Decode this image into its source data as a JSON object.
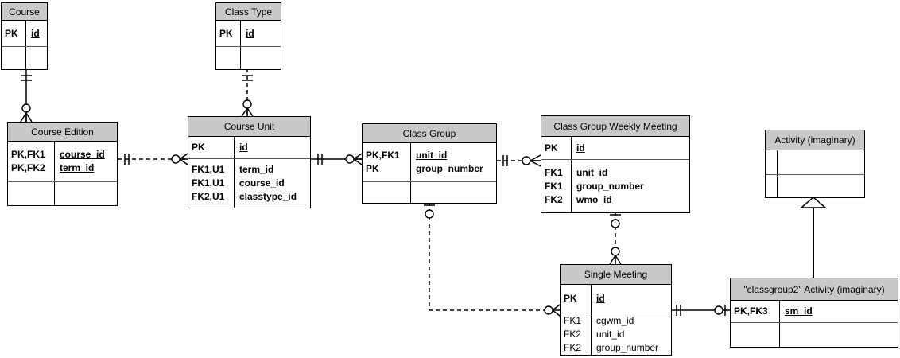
{
  "notation": "crow's foot ERD",
  "colors": {
    "header_fill": "#c9c9c9",
    "line": "#000000",
    "separator": "#595959",
    "background": "#ffffff"
  },
  "entities": [
    {
      "id": "course",
      "title": "Course",
      "keys": [
        {
          "tag": "PK",
          "field": "id"
        }
      ],
      "attributes": []
    },
    {
      "id": "class-type",
      "title": "Class Type",
      "keys": [
        {
          "tag": "PK",
          "field": "id"
        }
      ],
      "attributes": []
    },
    {
      "id": "course-edition",
      "title": "Course Edition",
      "keys": [
        {
          "tag": "PK,FK1",
          "field": "course_id"
        },
        {
          "tag": "PK,FK2",
          "field": "term_id"
        }
      ],
      "attributes": []
    },
    {
      "id": "course-unit",
      "title": "Course Unit",
      "keys": [
        {
          "tag": "PK",
          "field": "id"
        }
      ],
      "attributes": [
        {
          "tag": "FK1,U1",
          "field": "term_id"
        },
        {
          "tag": "FK1,U1",
          "field": "course_id"
        },
        {
          "tag": "FK2,U1",
          "field": "classtype_id"
        }
      ]
    },
    {
      "id": "class-group",
      "title": "Class Group",
      "keys": [
        {
          "tag": "PK,FK1",
          "field": "unit_id"
        },
        {
          "tag": "PK",
          "field": "group_number"
        }
      ],
      "attributes": []
    },
    {
      "id": "class-group-weekly-meeting",
      "title": "Class Group Weekly Meeting",
      "keys": [
        {
          "tag": "PK",
          "field": "id"
        }
      ],
      "attributes": [
        {
          "tag": "FK1",
          "field": "unit_id"
        },
        {
          "tag": "FK1",
          "field": "group_number"
        },
        {
          "tag": "FK2",
          "field": "wmo_id"
        }
      ]
    },
    {
      "id": "activity",
      "title": "Activity (imaginary)",
      "keys": [],
      "attributes": []
    },
    {
      "id": "single-meeting",
      "title": "Single Meeting",
      "keys": [
        {
          "tag": "PK",
          "field": "id"
        }
      ],
      "attributes": [
        {
          "tag": "FK1",
          "field": "cgwm_id"
        },
        {
          "tag": "FK2",
          "field": "unit_id"
        },
        {
          "tag": "FK2",
          "field": "group_number"
        }
      ]
    },
    {
      "id": "classgroup2-activity",
      "title": "\"classgroup2\" Activity (imaginary)",
      "keys": [
        {
          "tag": "PK,FK3",
          "field": "sm_id"
        }
      ],
      "attributes": []
    }
  ],
  "relationships": [
    {
      "from": "Course",
      "to": "Course Edition",
      "from_cardinality": "one and only one",
      "to_cardinality": "zero or many",
      "line_style": "solid"
    },
    {
      "from": "Class Type",
      "to": "Course Unit",
      "from_cardinality": "one and only one",
      "to_cardinality": "zero or many",
      "line_style": "dashed"
    },
    {
      "from": "Course Edition",
      "to": "Course Unit",
      "from_cardinality": "one and only one",
      "to_cardinality": "zero or many",
      "line_style": "dashed"
    },
    {
      "from": "Course Unit",
      "to": "Class Group",
      "from_cardinality": "one and only one",
      "to_cardinality": "zero or many",
      "line_style": "solid"
    },
    {
      "from": "Class Group",
      "to": "Class Group Weekly Meeting",
      "from_cardinality": "one and only one",
      "to_cardinality": "zero or many",
      "line_style": "dashed"
    },
    {
      "from": "Class Group Weekly Meeting",
      "to": "Single Meeting",
      "from_cardinality": "zero or one",
      "to_cardinality": "zero or many",
      "line_style": "dashed"
    },
    {
      "from": "Class Group",
      "to": "Single Meeting",
      "from_cardinality": "zero or one",
      "to_cardinality": "zero or many",
      "line_style": "dashed"
    },
    {
      "from": "Single Meeting",
      "to": "\"classgroup2\" Activity (imaginary)",
      "from_cardinality": "one and only one",
      "to_cardinality": "zero or one",
      "line_style": "solid"
    },
    {
      "type": "inheritance",
      "parent": "Activity (imaginary)",
      "child": "\"classgroup2\" Activity (imaginary)",
      "line_style": "solid"
    }
  ]
}
